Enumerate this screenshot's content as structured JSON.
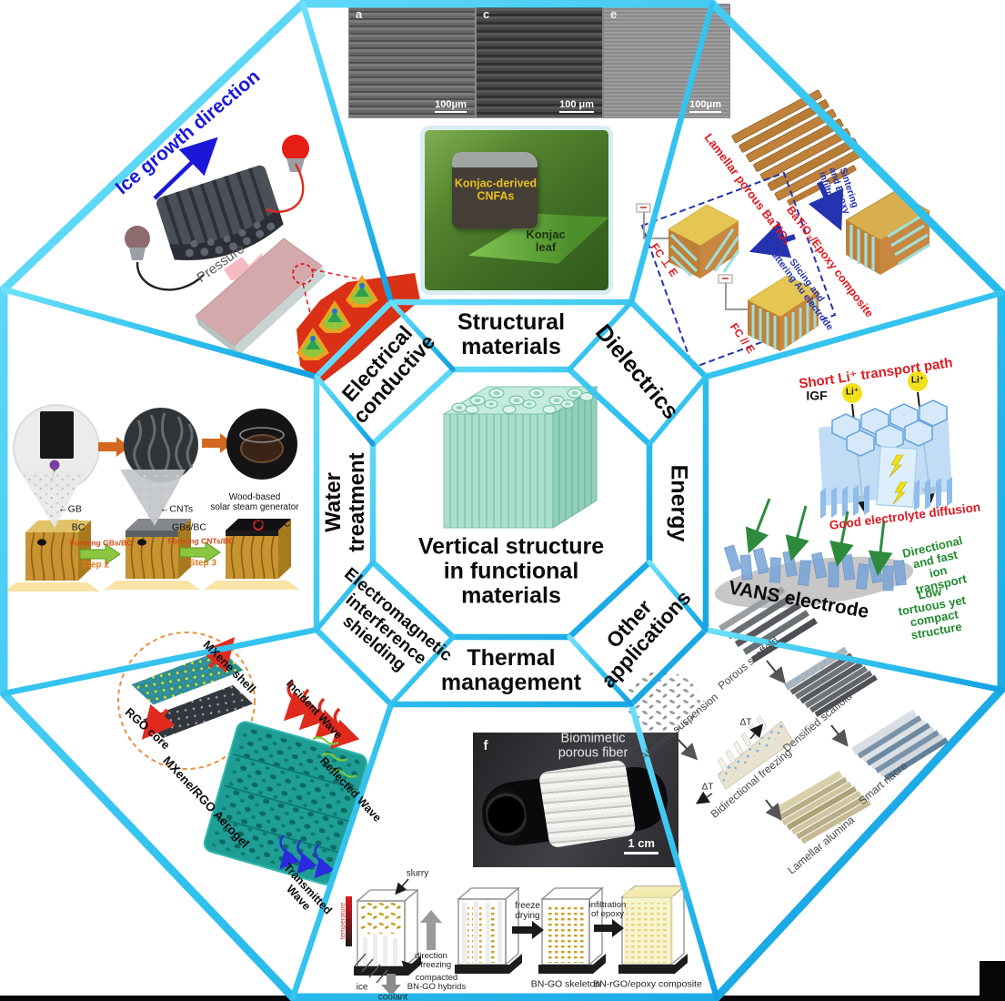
{
  "center": {
    "title": "Vertical structure\nin functional\nmaterials"
  },
  "colors": {
    "frame_cyan": "#2fc0ee",
    "blue_text": "#1b17d8",
    "red_text": "#e01820",
    "green_text": "#1f8a2f",
    "dielectric_blue": "#2433b0",
    "orange_arrow": "#d2691e",
    "gold_flake": "#c9a227",
    "teal_aerogel": "#1f9e96"
  },
  "sectors": {
    "structural": {
      "label": "Structural\nmaterials",
      "sem_panels": [
        {
          "letter": "a",
          "scale": "100μm"
        },
        {
          "letter": "c",
          "scale": "100 μm"
        },
        {
          "letter": "e",
          "scale": "100μm"
        }
      ],
      "konjac": {
        "block_label": "Konjac-derived\nCNFAs",
        "leaf_label": "Konjac leaf"
      }
    },
    "electrical": {
      "label": "Electrical\nconductive",
      "ice_growth": "Ice growth direction",
      "pressure": "Pressure"
    },
    "dielectrics": {
      "label": "Dielectrics",
      "lamellar": "Lamellar porous BaTiO₃",
      "sintering": "Sintering\nand Epoxy\ninfiltration",
      "composite": "BaTiO₃/Epoxy composite",
      "slicing": "Slicing and\nsputtering Au electrode",
      "fc_perp": "FC ⊥ E",
      "fc_par": "FC // E"
    },
    "energy": {
      "label": "Energy",
      "short_li": "Short Li⁺ transport path",
      "igf": "IGF",
      "li1": "Li⁺",
      "li2": "Li⁺",
      "good": "Good electrolyte diffusion",
      "vans": "VANS electrode",
      "directional": "Directional and fast\nion transport",
      "low_tortuous": "Low tortuous yet\ncompact structure"
    },
    "other": {
      "label": "Other\napplications",
      "alumina": "Alumina suspension",
      "porous": "Porous scaffold",
      "densified": "Densified scaffold",
      "nacre": "Smart nacre",
      "bidirectional": "Bidirectional freezing",
      "lamellar_alumina": "Lamellar alumina",
      "dt1": "ΔT",
      "dt2": "ΔT"
    },
    "thermal": {
      "label": "Thermal\nmanagement",
      "fiber": {
        "letter": "f",
        "caption": "Biomimetic porous fiber",
        "scale": "1 cm"
      },
      "process": {
        "temperature": "temperature",
        "slurry": "slurry",
        "direction": "direction\nof freezing",
        "ice": "ice",
        "compacted": "compacted\nBN-GO hybrids",
        "coolant": "coolant",
        "freeze": "freeze\ndrying",
        "skeleton": "BN-GO skeleton",
        "infiltration": "infiltration\nof epoxy",
        "composite": "BN-rGO/epoxy composite"
      }
    },
    "emi": {
      "label": "Electromagnetic\ninterference\nshielding",
      "mxene_shell": "MXene shell",
      "rgo_core": "RGO core",
      "aerogel": "MXene/RGO Aerogel",
      "incident": "Incident Wave",
      "reflected": "Reflected Wave",
      "transmitted": "Transmitted\nWave"
    },
    "water": {
      "label": "Water\ntreatment",
      "gb": "←GB",
      "bc": "BC",
      "cnts": "←CNTs",
      "gbs_bc": "GBs/BC",
      "cnts_bc": "CNTs/BC",
      "generator": "Wood-based\nsolar steam generator",
      "forming_gbs": "Forming GBs/BC",
      "step2": "Step 2",
      "forming_cnts": "Forming CNTs/BC",
      "step3": "Step 3"
    }
  }
}
